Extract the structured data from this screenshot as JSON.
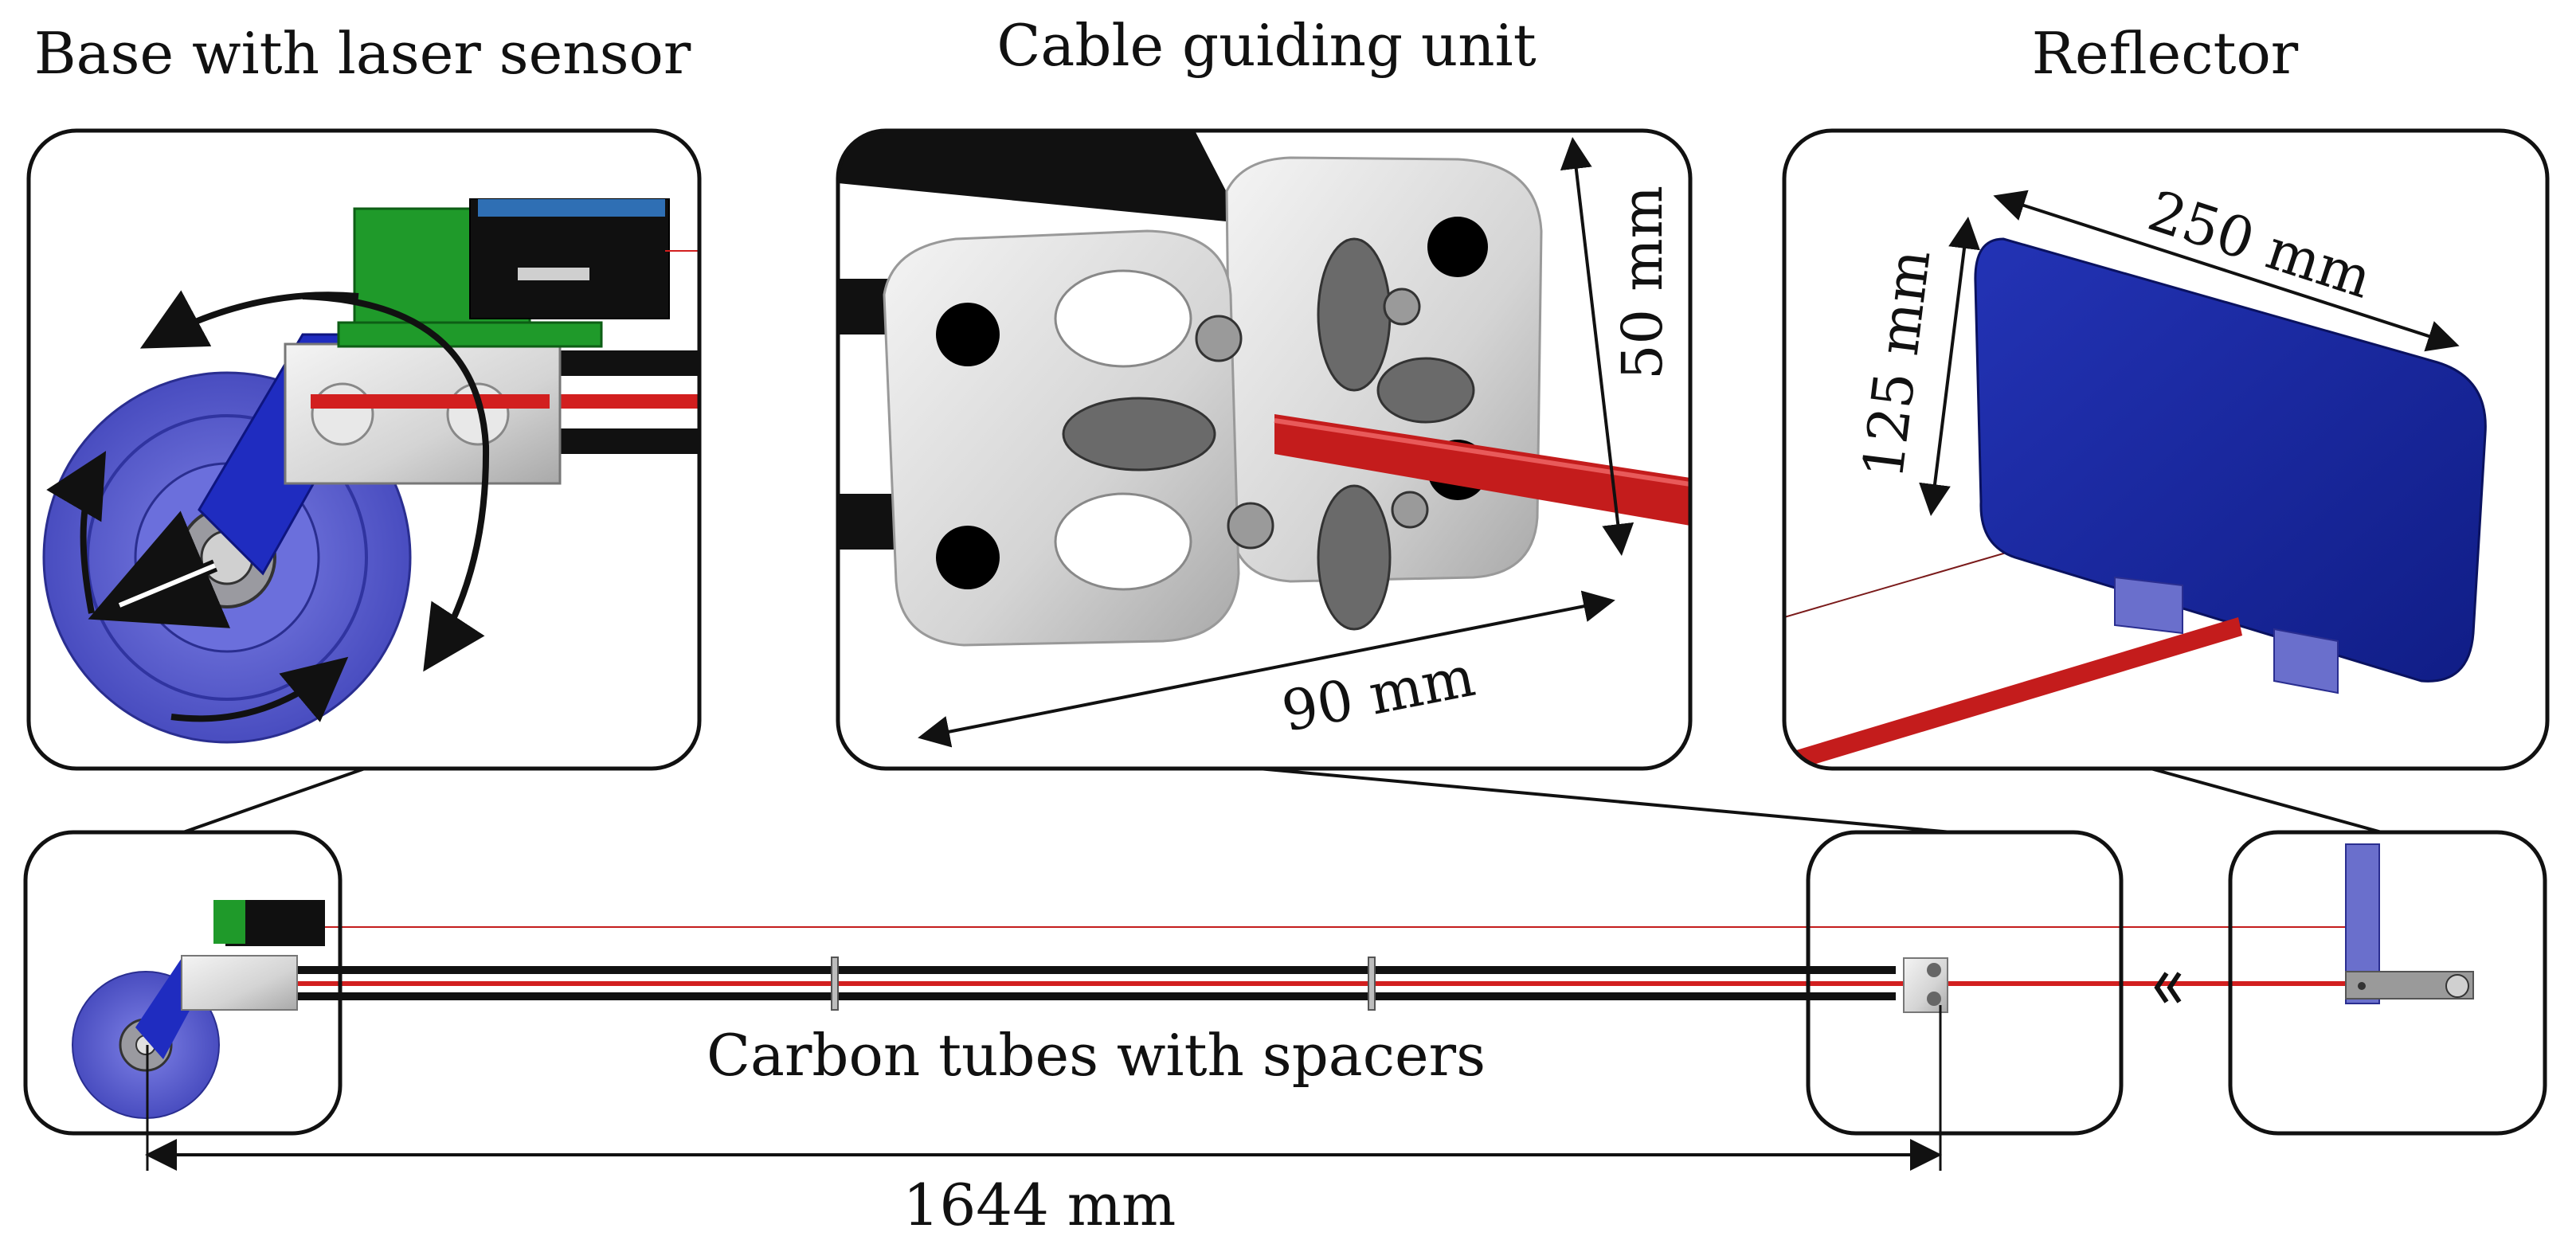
{
  "labels": {
    "base_title": "Base with laser sensor",
    "cable_title": "Cable guiding unit",
    "reflector_title": "Reflector",
    "tubes_label": "Carbon tubes with spacers",
    "dim_total": "1644 mm",
    "dim_cable_width": "90 mm",
    "dim_cable_height": "50 mm",
    "dim_reflector_width": "250 mm",
    "dim_reflector_height": "125 mm"
  },
  "colors": {
    "carbon_tube": "#111111",
    "cable": "#d21f1f",
    "reflector_blue": "#1b2a9c",
    "pulley_blue": "#5b5fd6",
    "sensor_green": "#1f9a2a",
    "aluminium": "#d9d9d9",
    "frame": "#111111"
  }
}
